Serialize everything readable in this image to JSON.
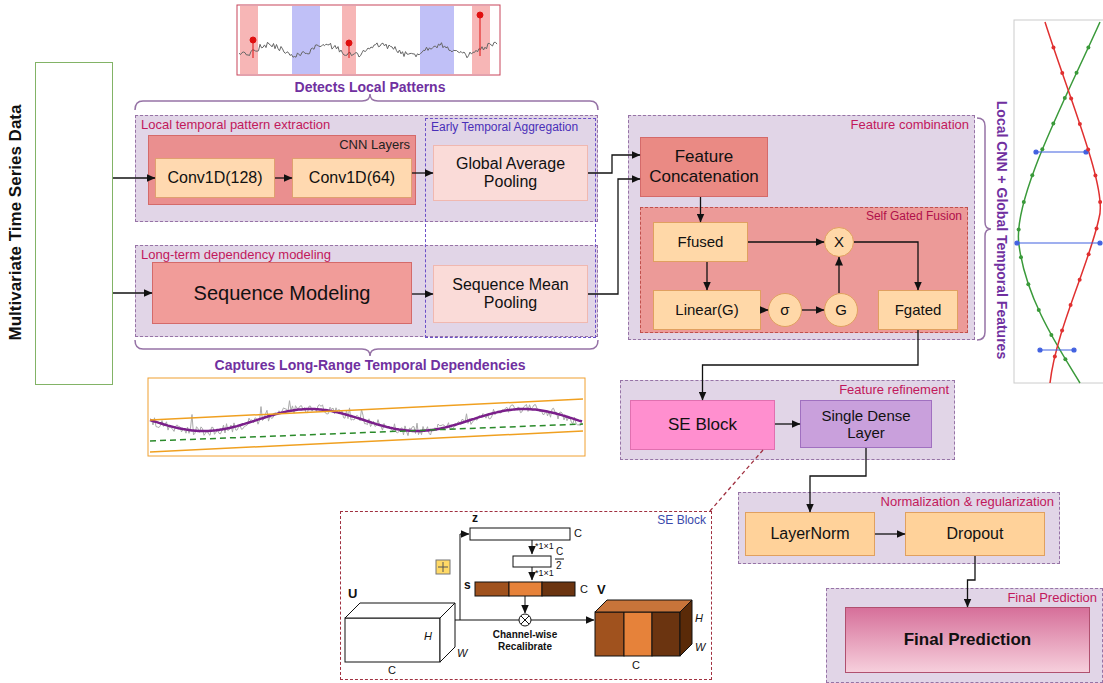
{
  "diagram": {
    "nodes": [
      {
        "text": [
          "Multivariate Time Series Data"
        ]
      },
      {
        "text": [
          "Local temporal pattern extraction"
        ]
      },
      {
        "text": [
          "CNN Layers"
        ],
        "in": 1
      },
      {
        "text": [
          "Conv1D(128)"
        ],
        "in": 2
      },
      {
        "text": [
          "Conv1D(64)"
        ],
        "in": 2
      },
      {
        "text": [
          "Long-term dependency modeling"
        ]
      },
      {
        "text": [
          "Sequence Modeling"
        ],
        "in": 5
      },
      {
        "text": [
          "Early Temporal Aggregation"
        ]
      },
      {
        "text": [
          "Global Average Pooling"
        ],
        "in": 7
      },
      {
        "text": [
          "Sequence Mean Pooling"
        ],
        "in": 7
      },
      {
        "text": [
          "Feature combination"
        ]
      },
      {
        "text": [
          "Feature Concatenation"
        ],
        "in": 10
      },
      {
        "text": [
          "Self Gated Fusion"
        ],
        "in": 10
      },
      {
        "text": [
          "Ffused"
        ],
        "in": 12
      },
      {
        "text": [
          "X"
        ],
        "in": 12
      },
      {
        "text": [
          "Linear(G)"
        ],
        "in": 12
      },
      {
        "text": [
          "σ"
        ],
        "in": 12
      },
      {
        "text": [
          "G"
        ],
        "in": 12
      },
      {
        "text": [
          "Fgated"
        ],
        "in": 12
      },
      {
        "text": [
          "Feature refinement"
        ]
      },
      {
        "text": [
          "SE Block"
        ],
        "in": 19
      },
      {
        "text": [
          "Single Dense Layer"
        ],
        "in": 19
      },
      {
        "text": [
          "Normalization & regularization"
        ]
      },
      {
        "text": [
          "LayerNorm"
        ],
        "in": 22
      },
      {
        "text": [
          "Dropout"
        ],
        "in": 22
      },
      {
        "text": [
          "Final Prediction"
        ]
      },
      {
        "text": [
          "Final Prediction"
        ],
        "in": 25
      },
      {
        "text": [
          "SE Block"
        ]
      }
    ],
    "edges": [
      {
        "from": 0,
        "to": 3,
        "arrow": "to"
      },
      {
        "from": 0,
        "to": 6,
        "arrow": "to"
      },
      {
        "from": 3,
        "to": 4,
        "arrow": "to"
      },
      {
        "from": 4,
        "to": 8,
        "arrow": "to"
      },
      {
        "from": 8,
        "to": 11,
        "arrow": "to"
      },
      {
        "from": 6,
        "to": 9,
        "arrow": "to"
      },
      {
        "from": 9,
        "to": 11,
        "arrow": "to"
      },
      {
        "from": 11,
        "to": 13,
        "arrow": "to"
      },
      {
        "from": 13,
        "to": 14,
        "arrow": "to"
      },
      {
        "from": 13,
        "to": 15,
        "arrow": "to"
      },
      {
        "from": 15,
        "to": 16,
        "arrow": "to"
      },
      {
        "from": 16,
        "to": 17,
        "arrow": "to"
      },
      {
        "from": 17,
        "to": 14,
        "arrow": "to"
      },
      {
        "from": 14,
        "to": 18,
        "arrow": "to"
      },
      {
        "from": 18,
        "to": 20,
        "arrow": "to"
      },
      {
        "from": 20,
        "to": 21,
        "arrow": "to"
      },
      {
        "from": 21,
        "to": 23,
        "arrow": "to"
      },
      {
        "from": 23,
        "to": 24,
        "arrow": "to"
      },
      {
        "from": 24,
        "to": 26,
        "arrow": "to"
      },
      {
        "from": 20,
        "to": 27,
        "arrow": "none"
      }
    ],
    "labels": [
      "Detects Local Patterns",
      "Captures Long-Range Temporal Dependencies",
      "Local CNN + Global Temporal Features",
      "z",
      "C",
      "*1×1",
      "C",
      "2",
      "*1×1",
      "s",
      "C",
      "U",
      "H",
      "W",
      "C",
      "V",
      "C",
      "H",
      "W",
      "Channel-wise Recalibrate"
    ]
  }
}
